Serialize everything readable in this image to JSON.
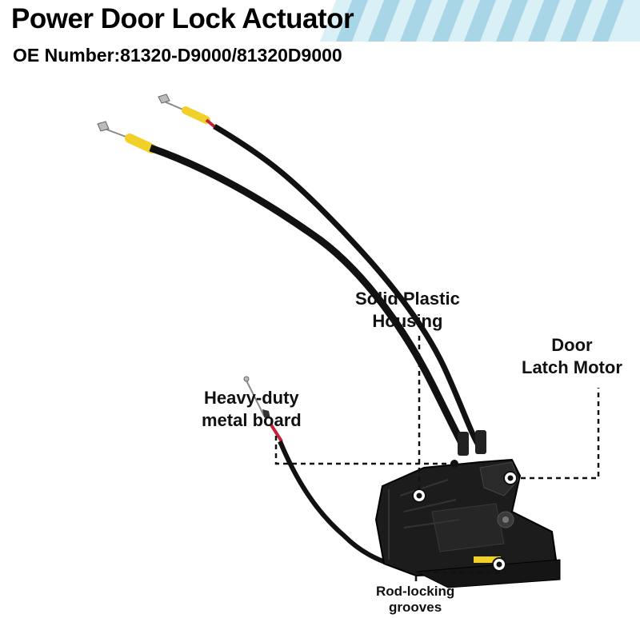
{
  "header": {
    "title": "Power Door Lock Actuator",
    "oe_number": "OE Number:81320-D9000/81320D9000"
  },
  "callouts": {
    "housing": {
      "line1": "Solid Plastic",
      "line2": "Housing"
    },
    "motor": {
      "line1": "Door",
      "line2": "Latch Motor"
    },
    "board": {
      "line1": "Heavy-duty",
      "line2": "metal board"
    },
    "grooves": {
      "line1": "Rod-locking",
      "line2": "grooves"
    }
  },
  "colors": {
    "banner_stripe": "#cfeaf3",
    "cable": "#111111",
    "cable_end": "#f2d02a",
    "cable_marker": "#c0243a",
    "body": "#1c1c1c"
  }
}
